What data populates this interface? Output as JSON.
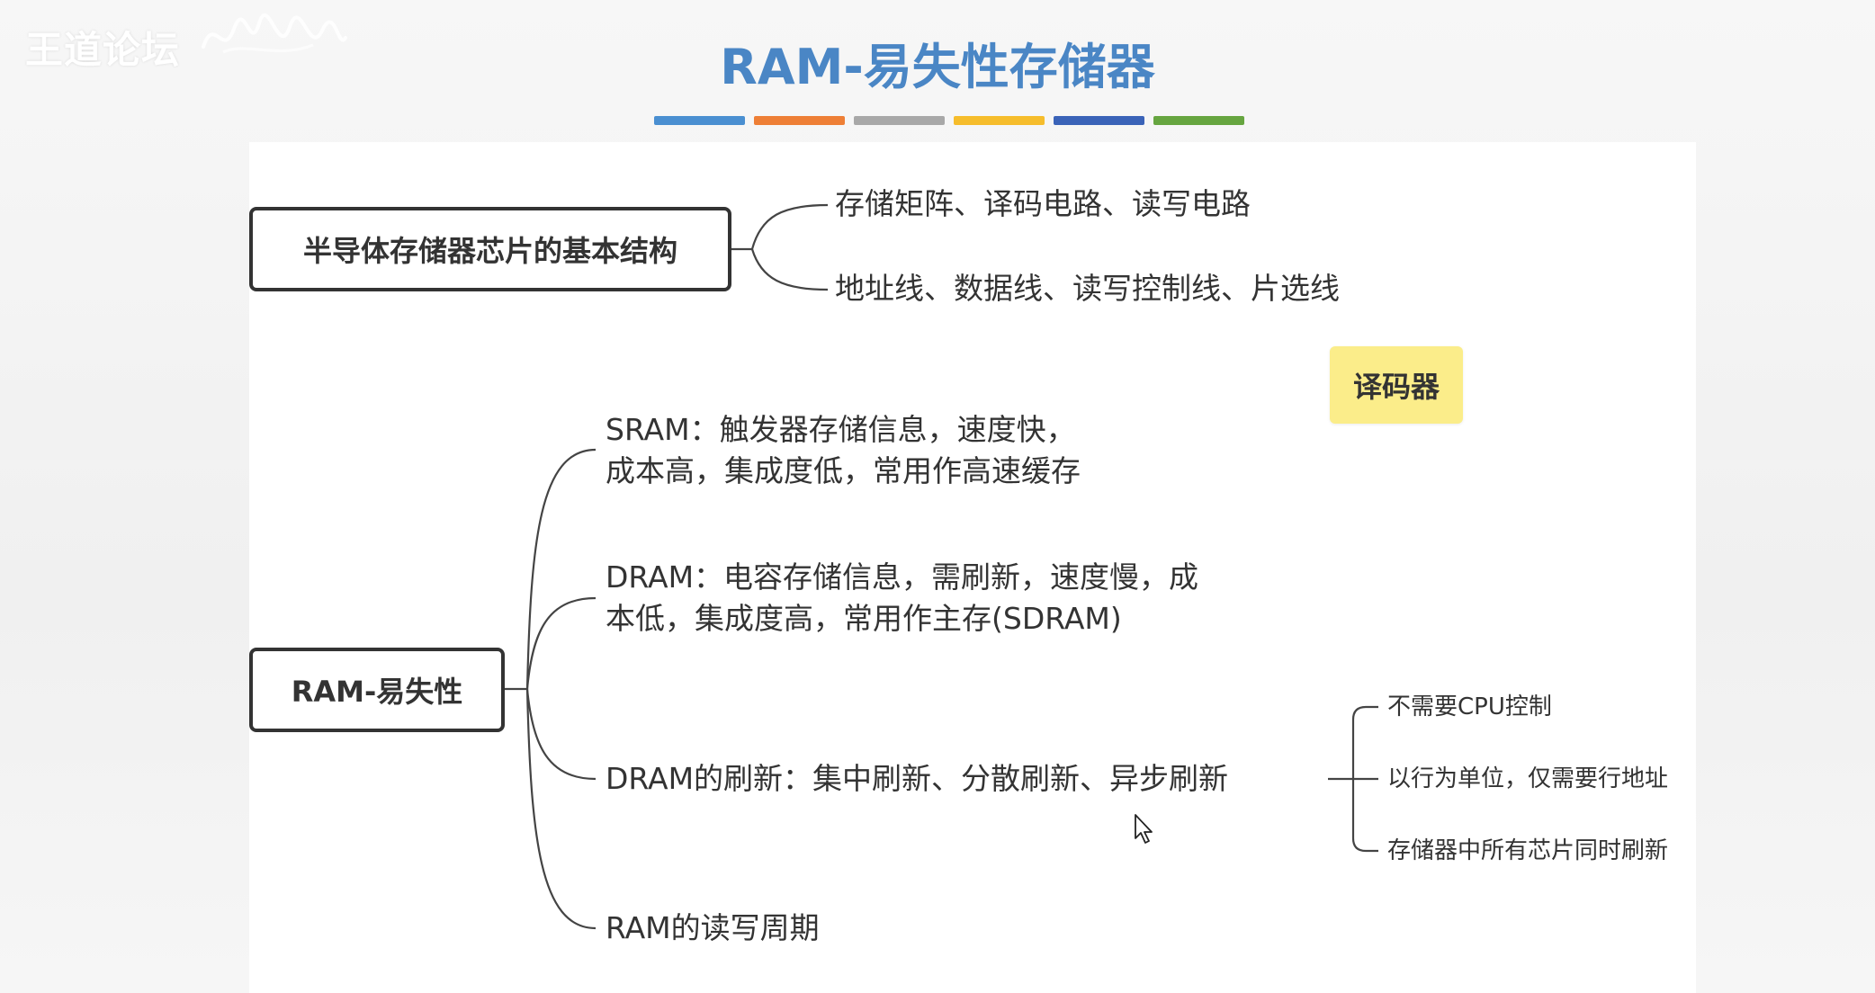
{
  "watermark": {
    "text": "王道论坛"
  },
  "title": "RAM-易失性存储器",
  "color_bar": [
    "#4a8fd1",
    "#ee7f36",
    "#a8a8a8",
    "#f6bd2c",
    "#3a63b8",
    "#66a540"
  ],
  "mindmap": {
    "structure_node": {
      "label": "半导体存储器芯片的基本结构",
      "children": [
        "存储矩阵、译码电路、读写电路",
        "地址线、数据线、读写控制线、片选线"
      ]
    },
    "decoder_tag": "译码器",
    "ram_node": {
      "label": "RAM-易失性",
      "children": [
        {
          "lines": [
            "SRAM：触发器存储信息，速度快，",
            "成本高，集成度低，常用作高速缓存"
          ]
        },
        {
          "lines": [
            "DRAM：电容存储信息，需刷新，速度慢，成",
            "本低，集成度高，常用作主存(SDRAM)"
          ]
        },
        {
          "lines": [
            "DRAM的刷新：集中刷新、分散刷新、异步刷新"
          ],
          "children": [
            "不需要CPU控制",
            "以行为单位，仅需要行地址",
            "存储器中所有芯片同时刷新"
          ]
        },
        {
          "lines": [
            "RAM的读写周期"
          ]
        }
      ]
    }
  }
}
